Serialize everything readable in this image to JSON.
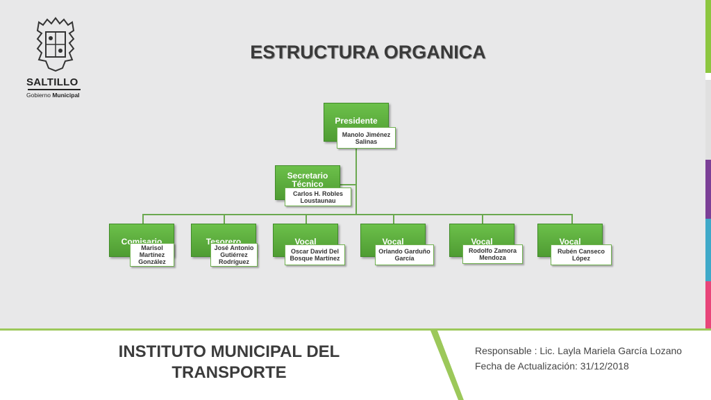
{
  "colors": {
    "green": "#5aad3c",
    "footer_green": "#9cc85a",
    "strip": [
      "#8cc63f",
      "#8cc63f",
      "#ffffff",
      "#e0e0e0",
      "#7b3f97",
      "#3fa9c9",
      "#e8457a",
      "#f5a623"
    ]
  },
  "logo": {
    "brand": "SALTILLO",
    "sub_1": "Gobierno",
    "sub_2": "Municipal",
    "icon": "coat-of-arms-icon"
  },
  "title": "ESTRUCTURA ORGANICA",
  "org": {
    "president": {
      "role": "Presidente",
      "name": "Manolo Jiménez Salinas"
    },
    "secretary": {
      "role": "Secretario Técnico",
      "name": "Carlos H. Robles Loustaunau"
    },
    "members": [
      {
        "role": "Comisario",
        "name": "Marisol Martínez González"
      },
      {
        "role": "Tesorero",
        "name": "José Antonio Gutiérrez Rodríguez"
      },
      {
        "role": "Vocal",
        "name": "Oscar David Del Bosque Martínez"
      },
      {
        "role": "Vocal",
        "name": "Orlando Garduño García"
      },
      {
        "role": "Vocal",
        "name": "Rodolfo Zamora Mendoza"
      },
      {
        "role": "Vocal",
        "name": "Rubén Canseco López"
      }
    ]
  },
  "footer": {
    "institute": "INSTITUTO MUNICIPAL DEL TRANSPORTE",
    "responsible": "Responsable : Lic. Layla Mariela García Lozano",
    "updated": "Fecha de Actualización: 31/12/2018"
  }
}
